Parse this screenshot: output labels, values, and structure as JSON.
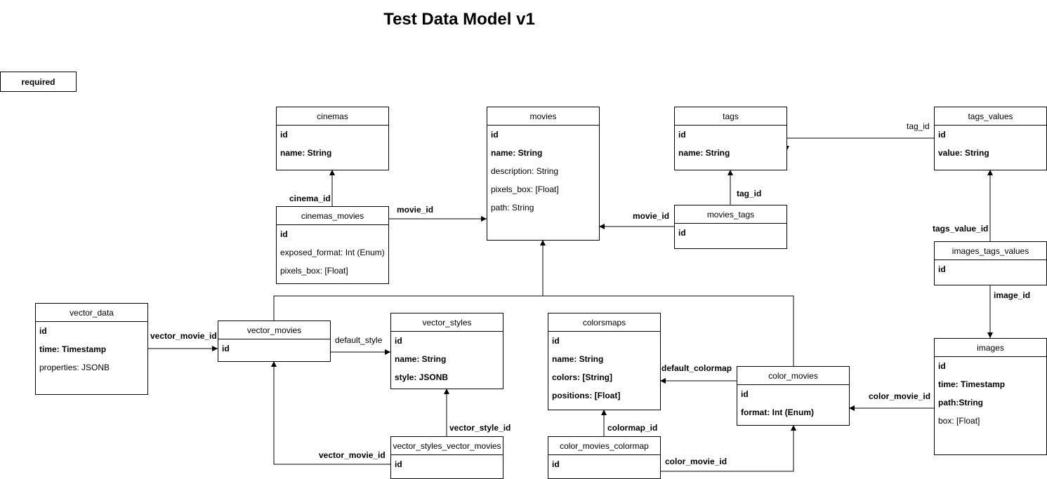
{
  "title": "Test Data Model v1",
  "legend": {
    "required": "required"
  },
  "entities": {
    "cinemas": {
      "name": "cinemas",
      "fields": [
        {
          "text": "id",
          "required": true
        },
        {
          "text": "name: String",
          "required": true
        }
      ]
    },
    "movies": {
      "name": "movies",
      "fields": [
        {
          "text": "id",
          "required": true
        },
        {
          "text": "name: String",
          "required": true
        },
        {
          "text": "description: String",
          "required": false
        },
        {
          "text": "pixels_box: [Float]",
          "required": false
        },
        {
          "text": "path: String",
          "required": false
        }
      ]
    },
    "tags": {
      "name": "tags",
      "fields": [
        {
          "text": "id",
          "required": true
        },
        {
          "text": "name: String",
          "required": true
        }
      ]
    },
    "tags_values": {
      "name": "tags_values",
      "fields": [
        {
          "text": "id",
          "required": true
        },
        {
          "text": "value: String",
          "required": true
        }
      ]
    },
    "cinemas_movies": {
      "name": "cinemas_movies",
      "fields": [
        {
          "text": "id",
          "required": true
        },
        {
          "text": "exposed_format: Int (Enum)",
          "required": false
        },
        {
          "text": "pixels_box: [Float]",
          "required": false
        }
      ]
    },
    "movies_tags": {
      "name": "movies_tags",
      "fields": [
        {
          "text": "id",
          "required": true
        }
      ]
    },
    "images_tags_values": {
      "name": "images_tags_values",
      "fields": [
        {
          "text": "id",
          "required": true
        }
      ]
    },
    "vector_data": {
      "name": "vector_data",
      "fields": [
        {
          "text": "id",
          "required": true
        },
        {
          "text": "time: Timestamp",
          "required": true
        },
        {
          "text": "properties: JSONB",
          "required": false
        }
      ]
    },
    "vector_movies": {
      "name": "vector_movies",
      "fields": [
        {
          "text": "id",
          "required": true
        }
      ]
    },
    "vector_styles": {
      "name": "vector_styles",
      "fields": [
        {
          "text": "id",
          "required": true
        },
        {
          "text": "name: String",
          "required": true
        },
        {
          "text": "style: JSONB",
          "required": true
        }
      ]
    },
    "colorsmaps": {
      "name": "colorsmaps",
      "fields": [
        {
          "text": "id",
          "required": true
        },
        {
          "text": "name: String",
          "required": true
        },
        {
          "text": "colors: [String]",
          "required": true
        },
        {
          "text": "positions: [Float]",
          "required": true
        }
      ]
    },
    "color_movies": {
      "name": "color_movies",
      "fields": [
        {
          "text": "id",
          "required": true
        },
        {
          "text": "format: Int (Enum)",
          "required": true
        }
      ]
    },
    "images": {
      "name": "images",
      "fields": [
        {
          "text": "id",
          "required": true
        },
        {
          "text": "time: Timestamp",
          "required": true
        },
        {
          "text": "path:String",
          "required": true
        },
        {
          "text": "box: [Float]",
          "required": false
        }
      ]
    },
    "vector_styles_vector_movies": {
      "name": "vector_styles_vector_movies",
      "fields": [
        {
          "text": "id",
          "required": true
        }
      ]
    },
    "color_movies_colormap": {
      "name": "color_movies_colormap",
      "fields": [
        {
          "text": "id",
          "required": true
        }
      ]
    }
  },
  "relations": {
    "cinema_id": "cinema_id",
    "movie_id_cinemas": "movie_id",
    "movie_id_tags": "movie_id",
    "tag_id_movies_tags": "tag_id",
    "tag_id_tags_values": "tag_id",
    "tags_value_id": "tags_value_id",
    "image_id": "image_id",
    "vector_movie_id_data": "vector_movie_id",
    "default_style": "default_style",
    "vector_style_id": "vector_style_id",
    "vector_movie_id_styles": "vector_movie_id",
    "default_colormap": "default_colormap",
    "colormap_id": "colormap_id",
    "color_movie_id_images": "color_movie_id",
    "color_movie_id_colormap": "color_movie_id"
  }
}
